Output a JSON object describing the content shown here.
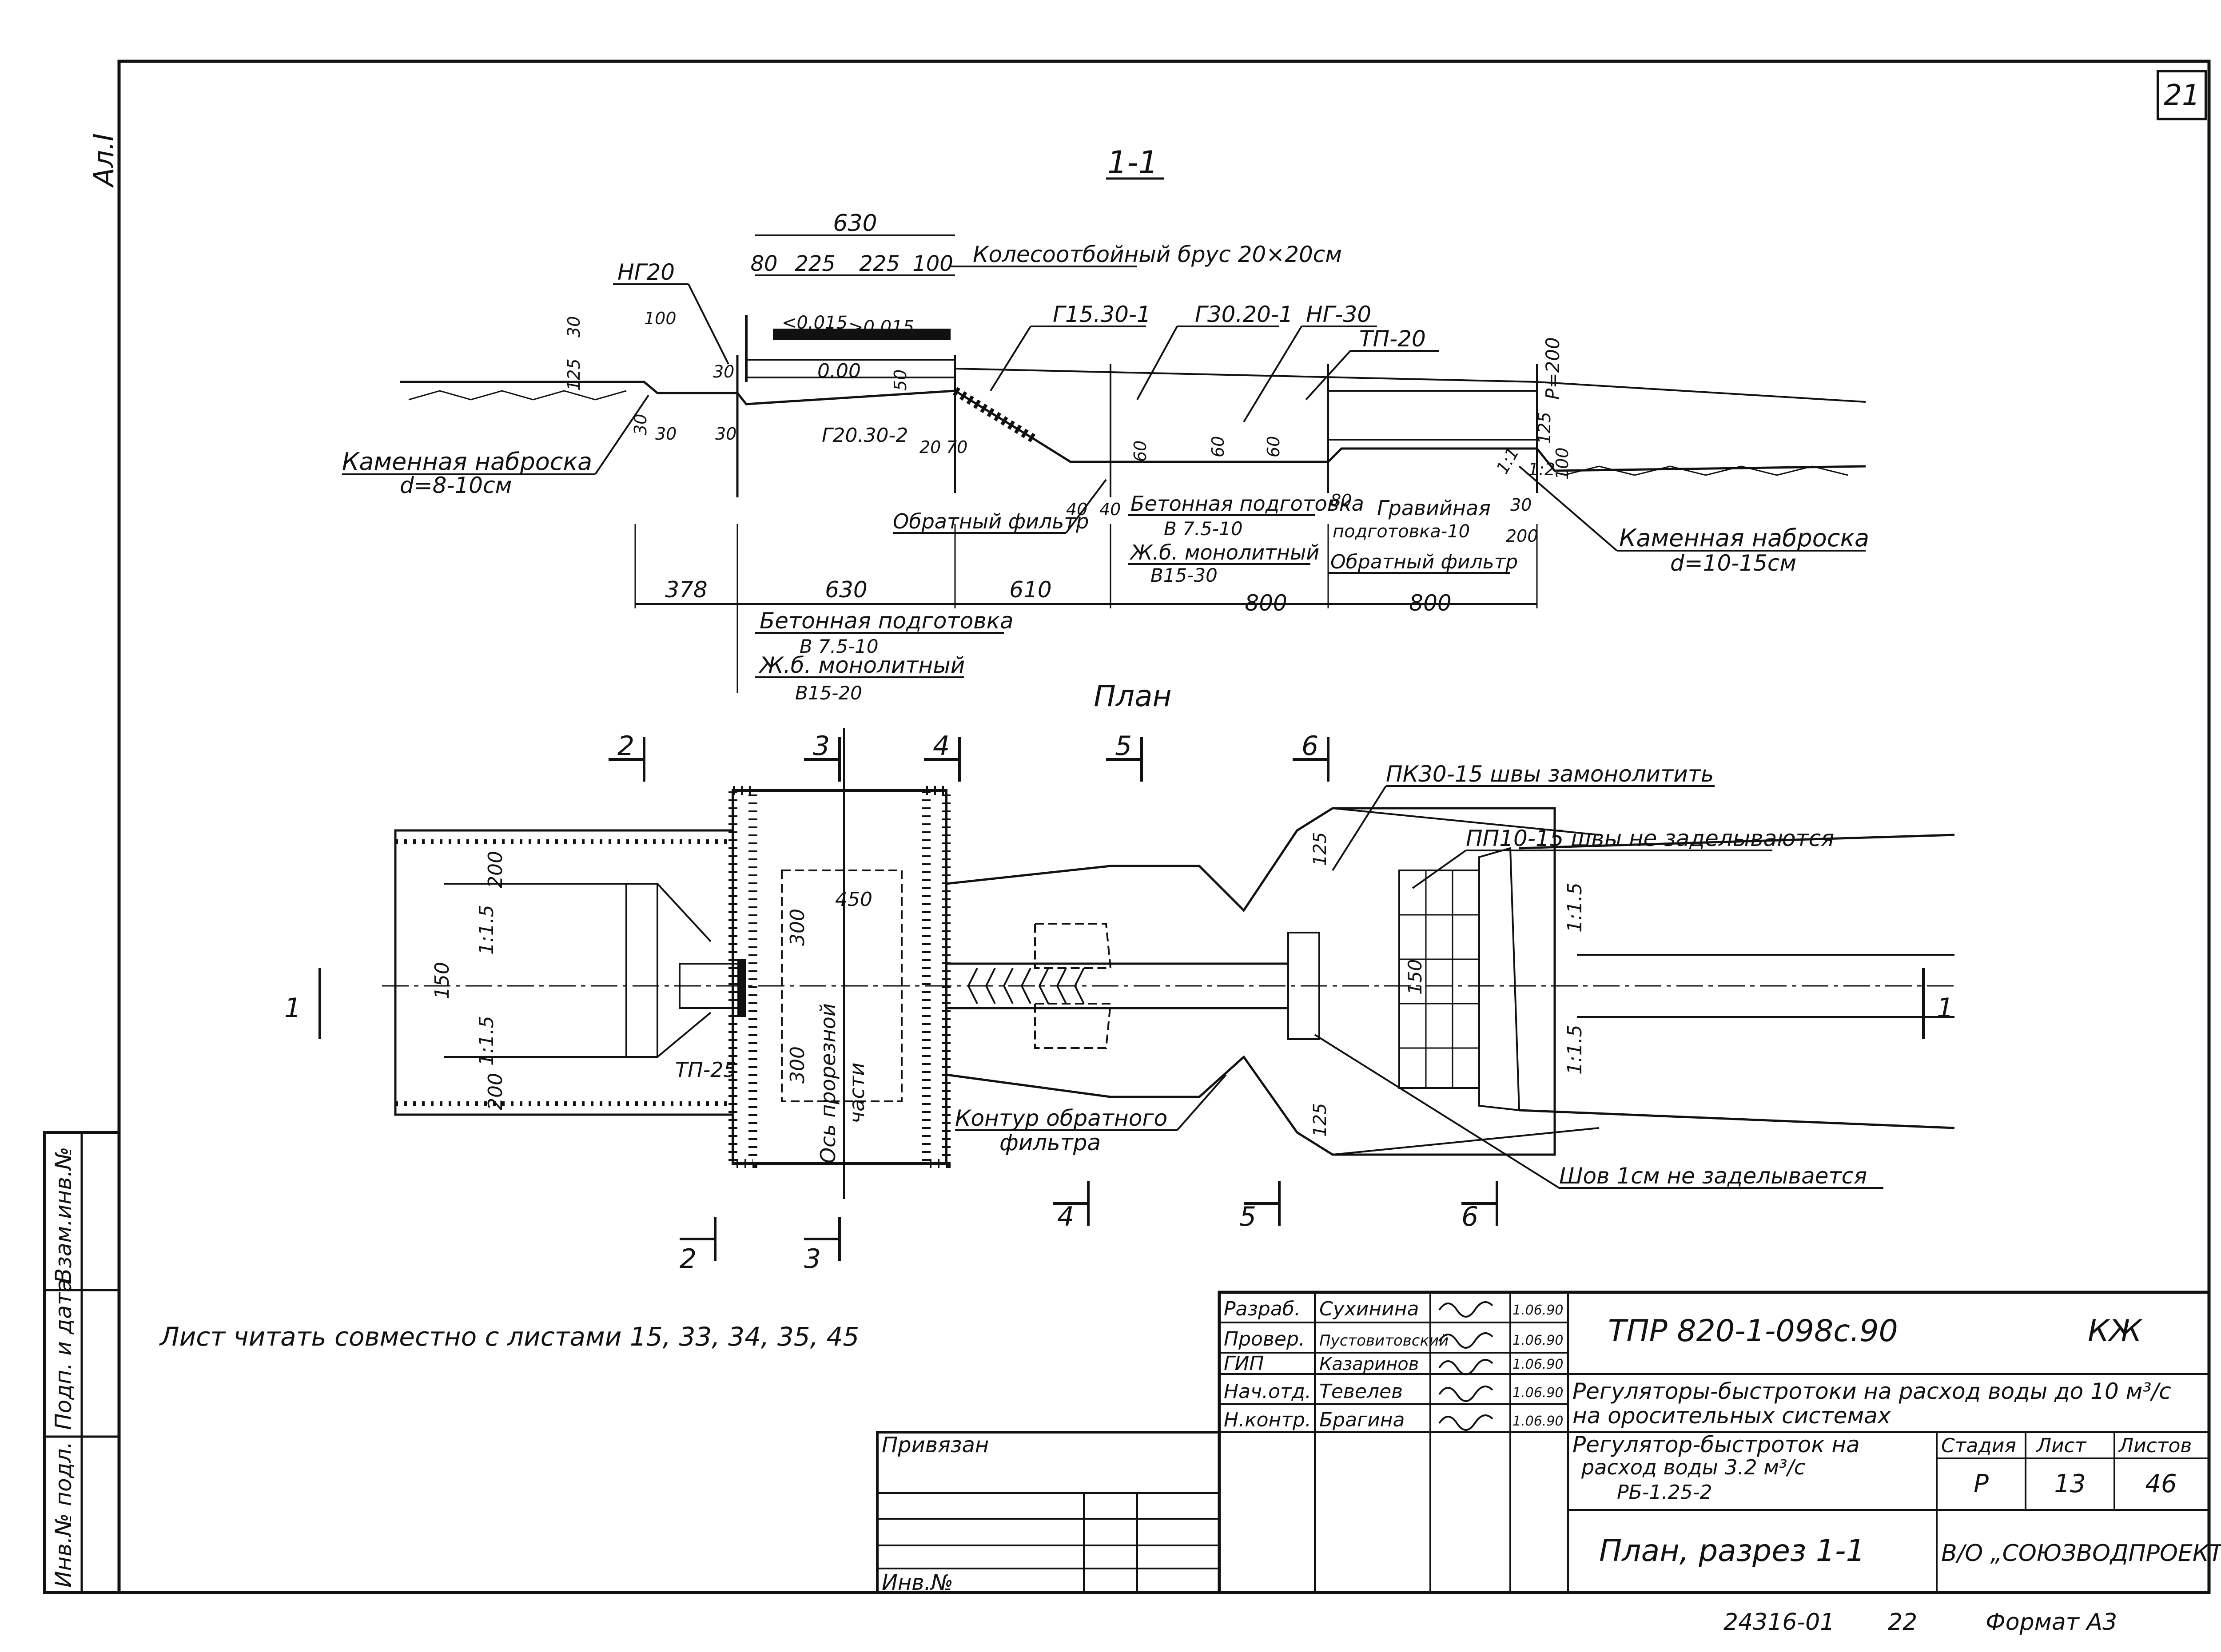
{
  "sheet_number": "21",
  "side_label": "Ал.I",
  "section": {
    "title": "1-1",
    "dims_top": [
      "630",
      "80",
      "225",
      "225",
      "100"
    ],
    "dims_bottom": [
      "378",
      "630",
      "610",
      "800",
      "800"
    ],
    "small_dims": [
      "30",
      "125",
      "30",
      "100",
      "30",
      "30",
      "30",
      "20",
      "70",
      "50",
      "40",
      "40",
      "60",
      "60",
      "80",
      "30",
      "200",
      "100",
      "125",
      "60"
    ],
    "labels": {
      "koleso": "Колесоотбойный брус 20×20см",
      "ng20": "НГ20",
      "g15": "Г15.30-1",
      "g30": "Г30.20-1",
      "ng30": "НГ-30",
      "tp20": "ТП-20",
      "g20": "Г20.30-2",
      "p200": "Р=200",
      "slope1": "<0.015",
      "slope2": ">0.015",
      "zero": "0.00",
      "kamen_left": "Каменная наброска",
      "kamen_left_d": "d=8-10см",
      "kamen_right": "Каменная наброска",
      "kamen_right_d": "d=10-15см",
      "filter": "Обратный фильтр",
      "filter2": "Обратный фильтр",
      "beton1": "Бетонная подготовка",
      "beton1_b": "В 7.5-10",
      "zhb1": "Ж.б. монолитный",
      "zhb1_b": "В15-30",
      "graviy": "Гравийная",
      "graviy2": "подготовка-10",
      "beton2": "Бетонная подготовка",
      "beton2_b": "В 7.5-10",
      "zhb2": "Ж.б. монолитный",
      "zhb2_b": "В15-20",
      "slope_11": "1:1",
      "slope_12": "1:2"
    }
  },
  "plan": {
    "title": "План",
    "cut_marks": [
      "2",
      "3",
      "4",
      "5",
      "6",
      "1",
      "1",
      "2",
      "3",
      "4",
      "5",
      "6"
    ],
    "labels": {
      "pk": "ПК30-15 швы замонолитить",
      "pp": "ПП10-15 швы не заделываются",
      "tp25": "ТП-25",
      "kontur": "Контур обратного",
      "kontur2": "фильтра",
      "os": "Ось прорезной",
      "os2": "части",
      "shov": "Шов 1см не заделывается",
      "d450": "450",
      "d300a": "300",
      "d300b": "300",
      "d200a": "200",
      "d200b": "200",
      "d150": "150",
      "d150b": "150",
      "s115a": "1:1.5",
      "s115b": "1:1.5",
      "s15a": "1:1.5",
      "s15b": "1:1.5",
      "d125a": "125",
      "d125b": "125"
    }
  },
  "note": "Лист читать совместно с листами 15, 33, 34, 35, 45",
  "left_stamp": [
    "Взам.инв.№",
    "Подп. и дата",
    "Инв.№ подл."
  ],
  "title_block": {
    "roles": [
      "Разраб.",
      "Провер.",
      "ГИП",
      "Нач.отд.",
      "Н.контр."
    ],
    "names": [
      "Сухинина",
      "Пустовитовский",
      "Казаринов",
      "Тевелев",
      "Брагина"
    ],
    "dates": [
      "1.06.90",
      "1.06.90",
      "1.06.90",
      "1.06.90",
      "1.06.90"
    ],
    "code": "ТПР 820-1-098с.90",
    "mark": "КЖ",
    "project": "Регуляторы-быстротоки на расход воды до 10 м³/с",
    "project2": "на оросительных системах",
    "object": "Регулятор-быстроток на",
    "object2": "расход воды 3.2 м³/с",
    "object3": "РБ-1.25-2",
    "stage_h": "Стадия",
    "sheet_h": "Лист",
    "sheets_h": "Листов",
    "stage": "Р",
    "sheet": "13",
    "sheets": "46",
    "drawing_title": "План, разрез 1-1",
    "org": "В/О „СОЮЗВОДПРОЕКТ\"",
    "privyazan": "Привязан",
    "inv": "Инв.№"
  },
  "footer": {
    "number": "24316-01",
    "copy": "22",
    "format": "Формат А3"
  }
}
